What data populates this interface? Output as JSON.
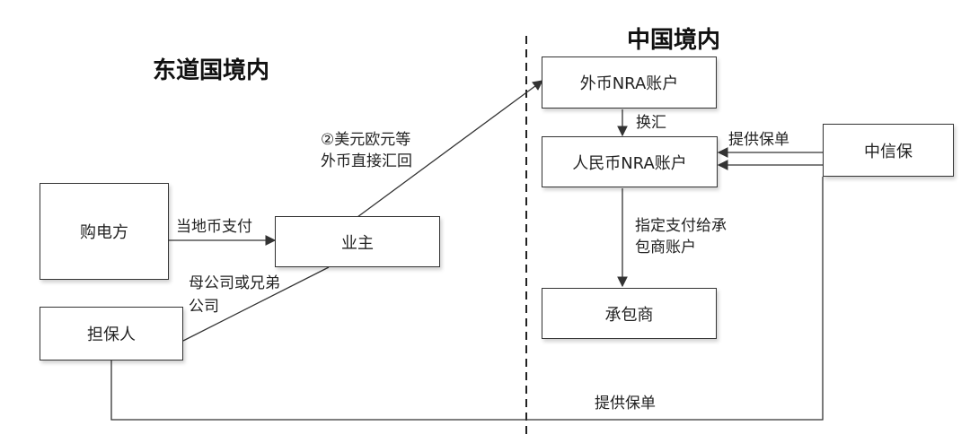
{
  "regions": {
    "left": "东道国境内",
    "right": "中国境内"
  },
  "nodes": {
    "buyer": "购电方",
    "owner": "业主",
    "guarantor": "担保人",
    "fx_account": "外币NRA账户",
    "rmb_account": "人民币NRA账户",
    "contractor": "承包商",
    "sinosure": "中信保"
  },
  "edges": {
    "local_payment": "当地币支付",
    "fx_remit_line1": "②美元欧元等",
    "fx_remit_line2": "外币直接汇回",
    "parent_line1": "母公司或兄弟",
    "parent_line2": "公司",
    "exchange": "换汇",
    "pay_contractor_line1": "指定支付给承",
    "pay_contractor_line2": "包商账户",
    "policy_top": "提供保单",
    "policy_bottom": "提供保单"
  }
}
